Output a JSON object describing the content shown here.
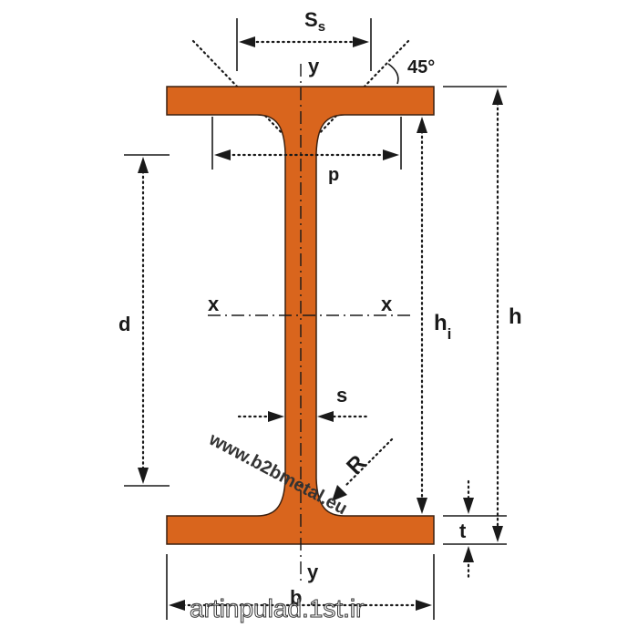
{
  "colors": {
    "steel": "#d9651d",
    "steel_edge": "#3a2010",
    "ink": "#1a1a1a",
    "watermark": "#333333"
  },
  "labels": {
    "ss_main": "S",
    "ss_sub": "s",
    "y_top": "y",
    "angle": "45°",
    "p": "p",
    "d": "d",
    "x_left": "x",
    "x_right": "x",
    "hi_main": "h",
    "hi_sub": "i",
    "h": "h",
    "s": "s",
    "R": "R",
    "t": "t",
    "y_bottom": "y",
    "b": "b"
  },
  "watermarks": {
    "diagonal": "www.b2bmetal.eu",
    "bottom": "artinpulad.1st.ir"
  }
}
